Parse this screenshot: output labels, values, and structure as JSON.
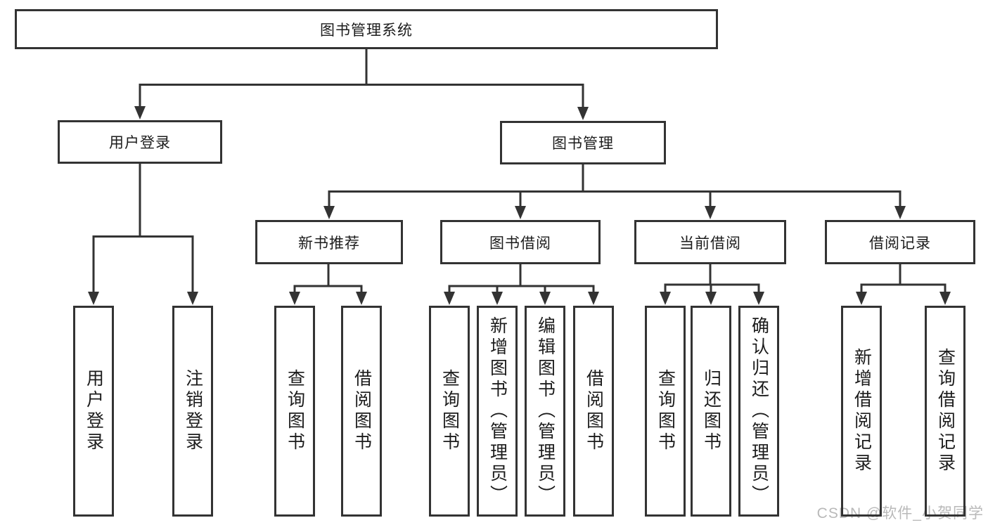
{
  "nodes": {
    "root": "图书管理系统",
    "user_login": "用户登录",
    "book_mgmt": "图书管理",
    "new_book_rec": "新书推荐",
    "book_borrow": "图书借阅",
    "current_borrow": "当前借阅",
    "borrow_record": "借阅记录",
    "leaf_user_login": "用户登录",
    "leaf_logout": "注销登录",
    "leaf_nb_query": "查询图书",
    "leaf_nb_borrow": "借阅图书",
    "leaf_bb_query": "查询图书",
    "leaf_bb_add": "新增图书（管理员）",
    "leaf_bb_edit": "编辑图书（管理员）",
    "leaf_bb_borrow": "借阅图书",
    "leaf_cb_query": "查询图书",
    "leaf_cb_return": "归还图书",
    "leaf_cb_confirm": "确认归还（管理员）",
    "leaf_br_add": "新增借阅记录",
    "leaf_br_query": "查询借阅记录"
  },
  "watermark": {
    "text": "CSDN @软件_小贺同学",
    "color": "#b9b9b9"
  },
  "colors": {
    "line": "#333333",
    "box_border": "#333333",
    "text": "#1c1c1c",
    "background": "#ffffff"
  }
}
